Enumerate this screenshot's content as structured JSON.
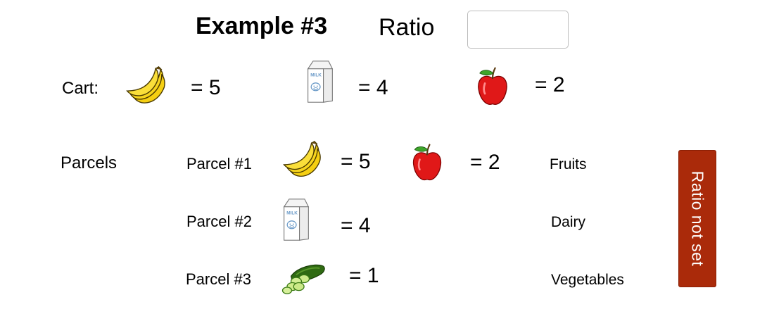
{
  "header": {
    "title": "Example #3",
    "ratio_label": "Ratio",
    "ratio_value": "",
    "ratio_placeholder": ""
  },
  "cart": {
    "label": "Cart:",
    "items": [
      {
        "icon": "banana-icon",
        "value": "= 5"
      },
      {
        "icon": "milk-carton-icon",
        "value": "= 4"
      },
      {
        "icon": "apple-icon",
        "value": "=  2"
      }
    ]
  },
  "parcels": {
    "label": "Parcels",
    "rows": [
      {
        "label": "Parcel #1",
        "items": [
          {
            "icon": "banana-icon",
            "value": "=  5"
          },
          {
            "icon": "apple-icon",
            "value": "=  2"
          }
        ],
        "category": "Fruits"
      },
      {
        "label": "Parcel #2",
        "items": [
          {
            "icon": "milk-carton-icon",
            "value": "=  4"
          }
        ],
        "category": "Dairy"
      },
      {
        "label": "Parcel #3",
        "items": [
          {
            "icon": "cucumber-icon",
            "value": "= 1"
          }
        ],
        "category": "Vegetables"
      }
    ]
  },
  "status_button": {
    "label": "Ratio not set",
    "color": "#aa2a0a"
  }
}
